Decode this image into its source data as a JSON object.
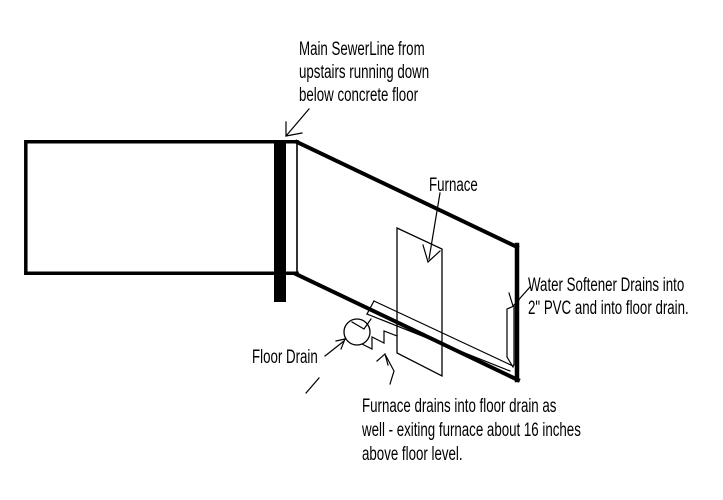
{
  "colors": {
    "background": "#ffffff",
    "ink": "#000000"
  },
  "labels": {
    "sewer_note": {
      "lines": [
        "Main SewerLine from",
        "upstairs running down",
        "below concrete floor"
      ]
    },
    "furnace_label": {
      "text": "Furnace"
    },
    "water_softener_note": {
      "lines": [
        "Water Softener Drains into",
        "2\" PVC and into floor drain."
      ]
    },
    "floor_drain_label": {
      "text": "Floor Drain"
    },
    "furnace_drain_note": {
      "lines": [
        "Furnace drains into floor drain as",
        "well - exiting furnace about 16 inches",
        "above floor level."
      ]
    }
  }
}
